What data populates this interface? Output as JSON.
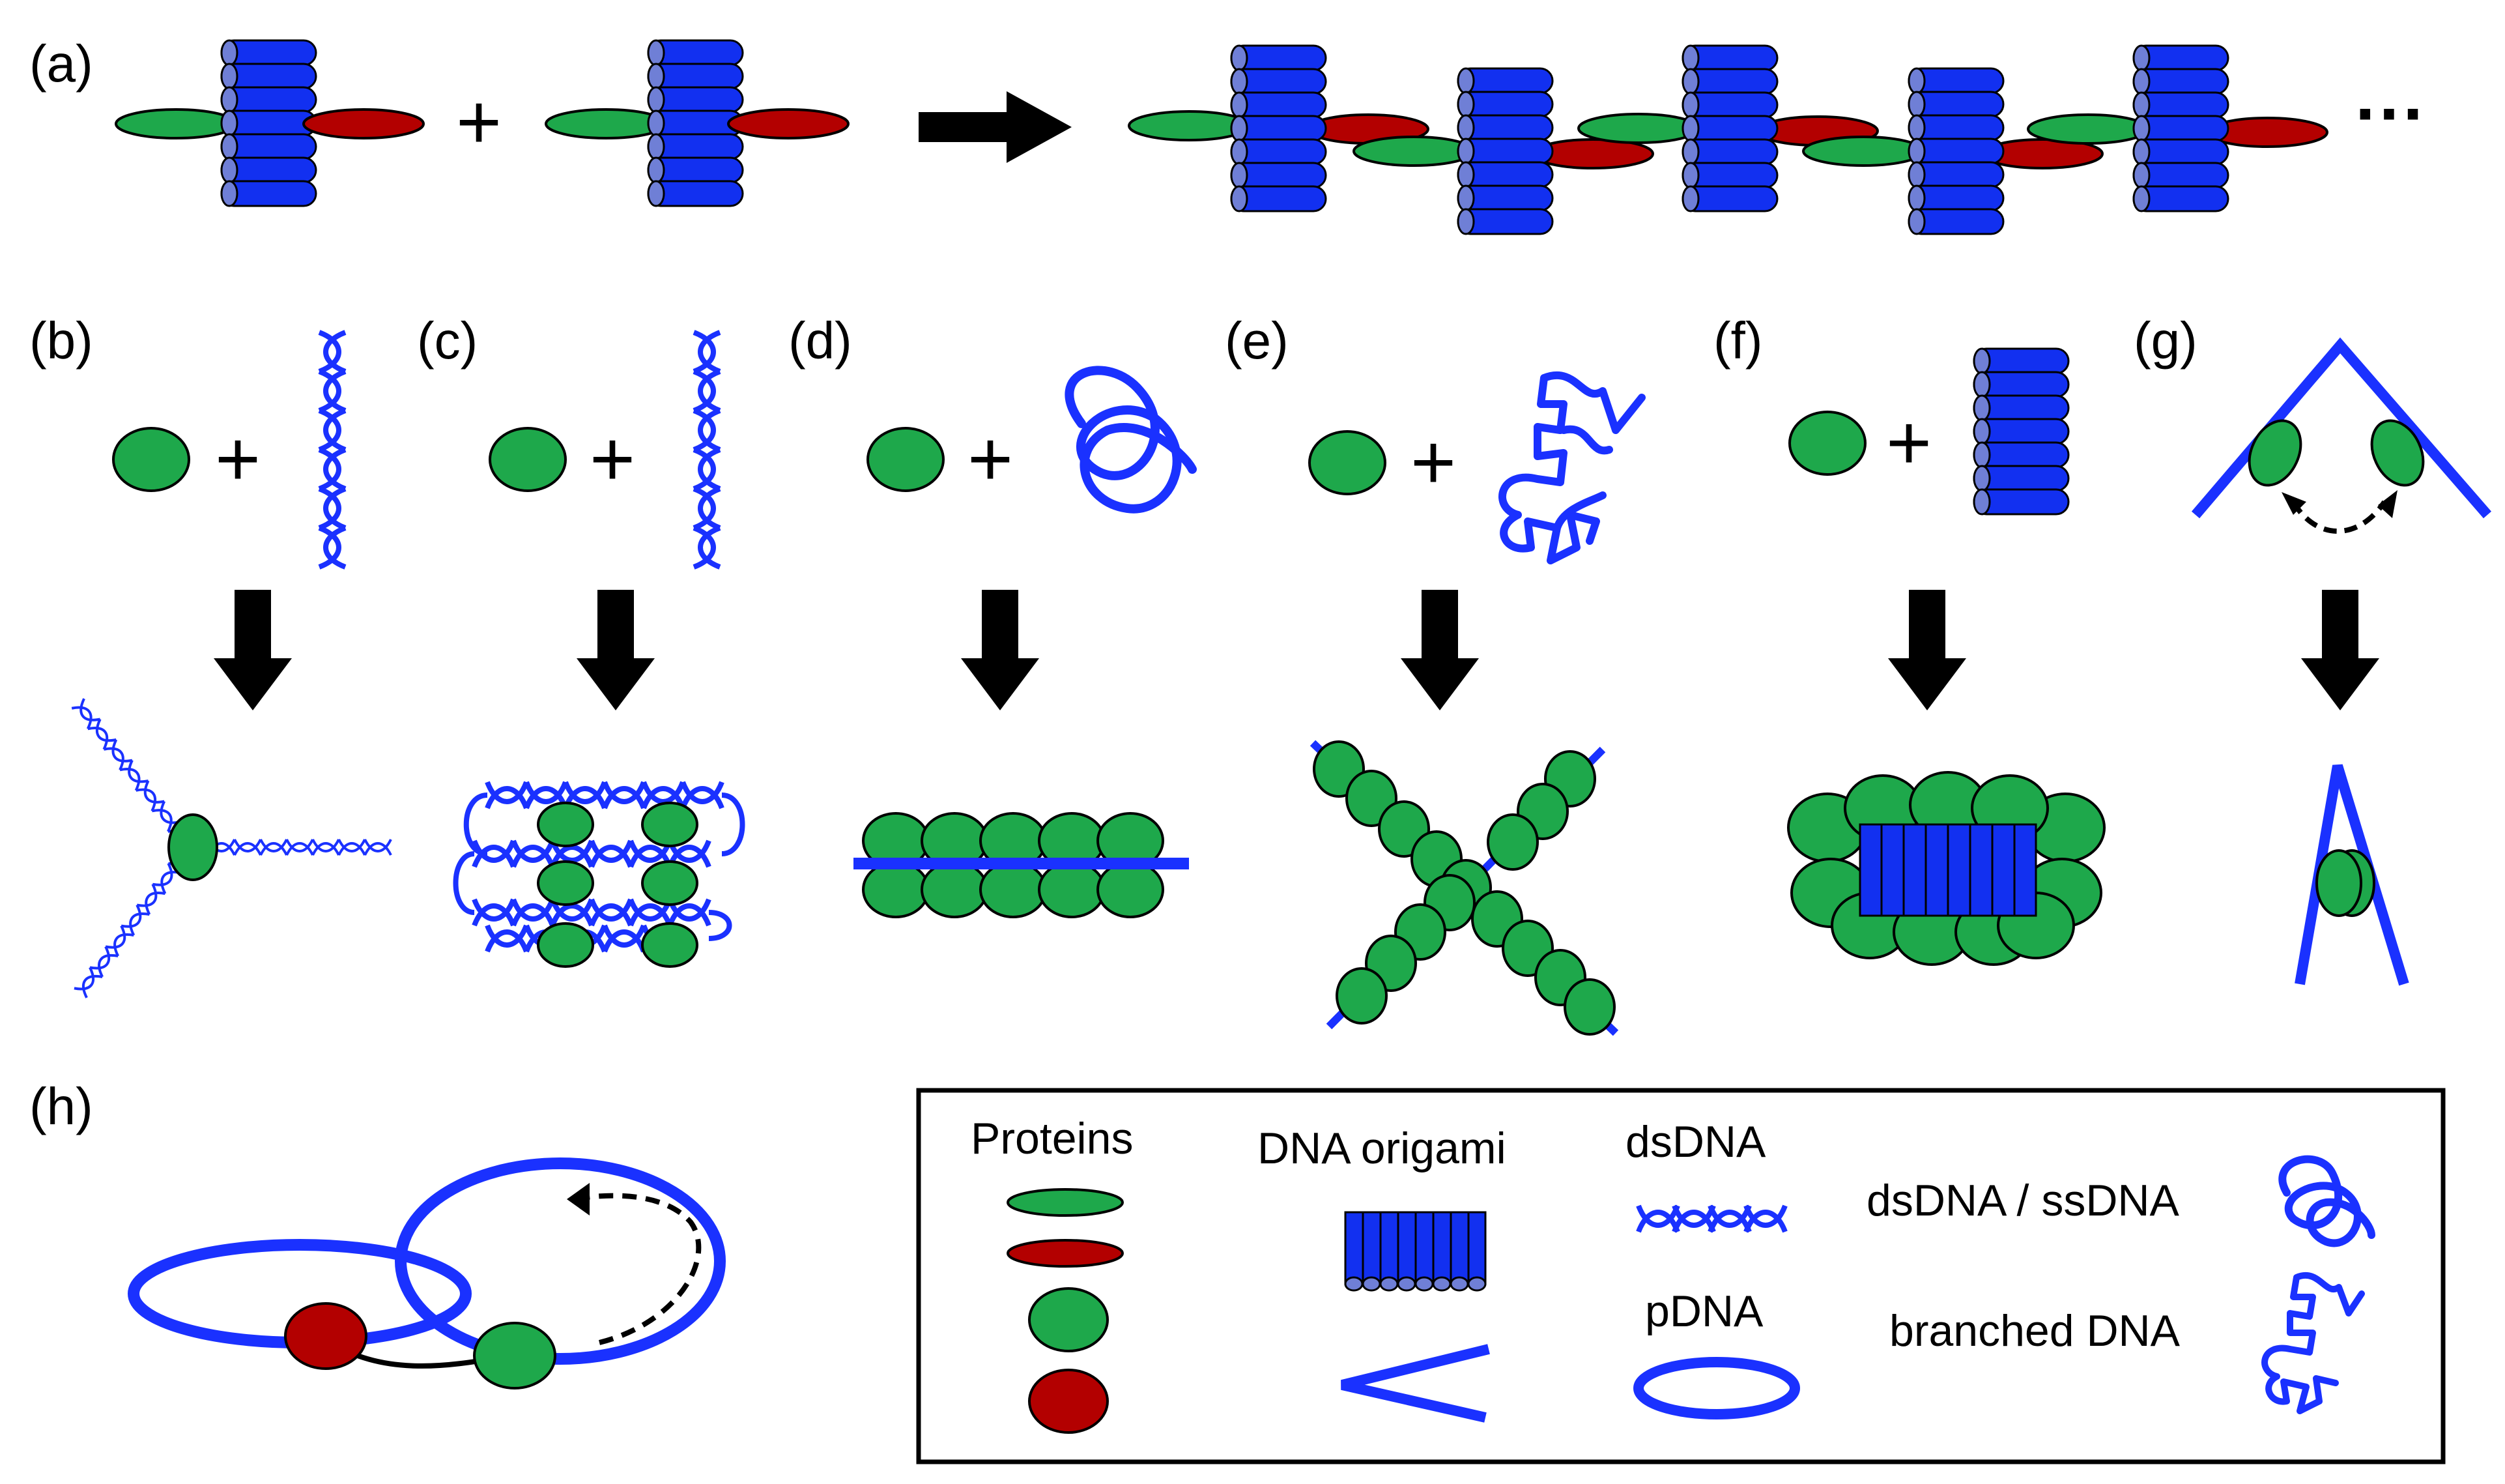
{
  "panels": {
    "a": "(a)",
    "b": "(b)",
    "c": "(c)",
    "d": "(d)",
    "e": "(e)",
    "f": "(f)",
    "g": "(g)",
    "h": "(h)"
  },
  "symbols": {
    "plus": "+",
    "ellipsis": "···"
  },
  "legend": {
    "proteins": "Proteins",
    "dna_origami": "DNA origami",
    "dsdna": "dsDNA",
    "pdna": "pDNA",
    "dsdna_ssdna": "dsDNA / ssDNA",
    "branched_dna": "branched DNA"
  },
  "colors": {
    "protein_green": "#1ea84b",
    "protein_red": "#b30000",
    "dna_blue": "#1a31ff",
    "origami_blue": "#1230f0",
    "origami_cap": "#6f7fd6",
    "arrow": "#000000"
  }
}
